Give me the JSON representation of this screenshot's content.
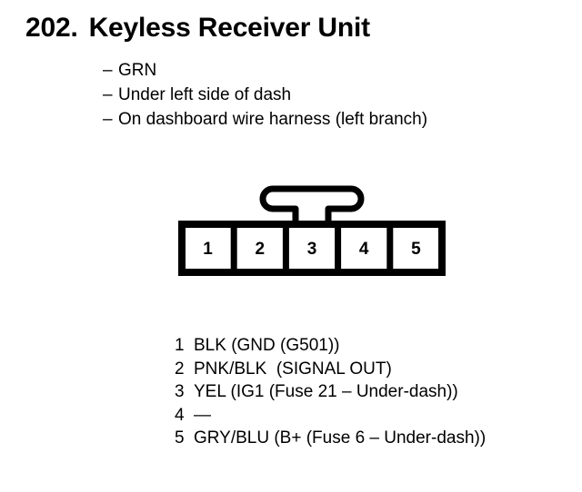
{
  "page": {
    "background_color": "#ffffff",
    "ink_color": "#000000"
  },
  "header": {
    "number": "202.",
    "title": "Keyless Receiver Unit"
  },
  "details": {
    "bullet_marker": "–",
    "items": [
      {
        "text": "GRN"
      },
      {
        "text": "Under left side of dash"
      },
      {
        "text": "On dashboard wire harness (left branch)"
      }
    ]
  },
  "connector": {
    "type": "5-pin connector with locking tab",
    "cavity_count": 5,
    "tab_position": "top-center",
    "pins": [
      {
        "number": "1"
      },
      {
        "number": "2"
      },
      {
        "number": "3"
      },
      {
        "number": "4"
      },
      {
        "number": "5"
      }
    ]
  },
  "pin_legend": [
    {
      "number": "1",
      "description": "BLK (GND (G501))"
    },
    {
      "number": "2",
      "description": "PNK/BLK  (SIGNAL OUT)"
    },
    {
      "number": "3",
      "description": "YEL (IG1 (Fuse 21 – Under-dash))"
    },
    {
      "number": "4",
      "description": "—"
    },
    {
      "number": "5",
      "description": "GRY/BLU (B+ (Fuse 6 – Under-dash))"
    }
  ]
}
